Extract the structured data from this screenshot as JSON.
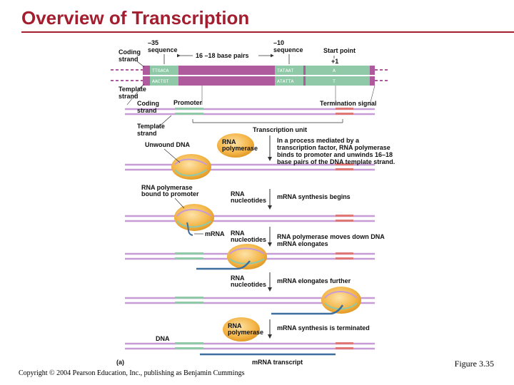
{
  "slide": {
    "title": "Overview of Transcription",
    "figure_caption": "Figure 3.35",
    "copyright": "Copyright © 2004 Pearson Education, Inc., publishing as Benjamin Cummings"
  },
  "diagram": {
    "top": {
      "coding_strand": [
        "Coding",
        "strand"
      ],
      "template_strand": [
        "Template",
        "strand"
      ],
      "minus35": [
        "–35",
        "sequence"
      ],
      "minus10": [
        "–10",
        "sequence"
      ],
      "spacer": "16 –18 base pairs",
      "start_point": "Start point",
      "plus1": "+1",
      "seq_coding_35": "TTGACA",
      "seq_template_35": "AACTGT",
      "seq_coding_10": "TATAAT",
      "seq_template_10": "ATATTA",
      "seq_coding_start": "A",
      "seq_template_start": "T"
    },
    "overview": {
      "coding_strand": [
        "Coding",
        "strand"
      ],
      "template_strand": [
        "Template",
        "strand"
      ],
      "promoter": "Promoter",
      "termination_signal": "Termination signal",
      "transcription_unit": "Transcription unit"
    },
    "steps": {
      "unwound_dna": "Unwound DNA",
      "rna_polymerase_1": [
        "RNA",
        "polymerase"
      ],
      "step1_text": [
        "In a process mediated by a",
        "transcription factor, RNA polymerase",
        "binds to promoter and unwinds 16–18",
        "base pairs of the DNA template strand."
      ],
      "rna_pol_bound": [
        "RNA polymerase",
        "bound to promoter"
      ],
      "rna_nucleotides_1": [
        "RNA",
        "nucleotides"
      ],
      "step2_text": "mRNA synthesis begins",
      "mrna": "mRNA",
      "rna_nucleotides_2": [
        "RNA",
        "nucleotides"
      ],
      "step3_text": [
        "RNA polymerase moves down DNA",
        "mRNA elongates"
      ],
      "rna_nucleotides_3": [
        "RNA",
        "nucleotides"
      ],
      "step4_text": "mRNA elongates further",
      "dna": "DNA",
      "rna_polymerase_2": [
        "RNA",
        "polymerase"
      ],
      "step5_text": "mRNA synthesis is terminated",
      "mrna_transcript": "mRNA  transcript",
      "panel_label": "(a)"
    }
  },
  "colors": {
    "title": "#a31e2f",
    "dna_strand": "#c79bd6",
    "dna_band": "#b05a9e",
    "promoter": "#8fc9a8",
    "terminator": "#e07777",
    "mrna": "#3d6f9e",
    "polymerase": "#f2b24a"
  }
}
